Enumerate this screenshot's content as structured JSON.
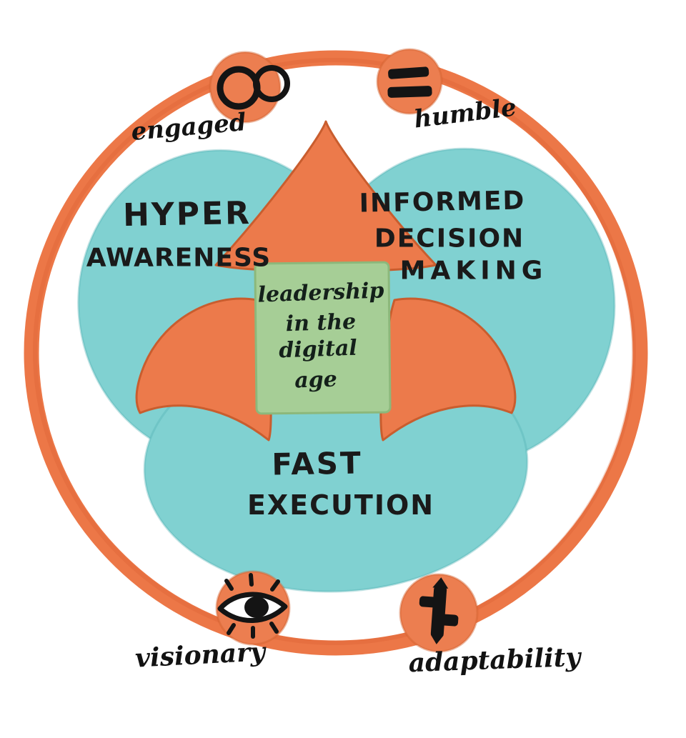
{
  "diagram": {
    "center_box": {
      "lines": [
        "leadership",
        "in the",
        "digital",
        "age"
      ]
    },
    "capabilities": [
      {
        "id": "hyper-awareness",
        "lines": [
          "HYPER",
          "AWARENESS"
        ]
      },
      {
        "id": "informed-decision-making",
        "lines": [
          "INFORMED",
          "DECISION",
          "MAKING"
        ]
      },
      {
        "id": "fast-execution",
        "lines": [
          "FAST",
          "EXECUTION"
        ]
      }
    ],
    "traits": [
      {
        "label": "engaged",
        "icon": "interlocking-rings-icon",
        "position": "top-left"
      },
      {
        "label": "humble",
        "icon": "equals-icon",
        "position": "top-right"
      },
      {
        "label": "visionary",
        "icon": "eye-icon",
        "position": "bottom-left"
      },
      {
        "label": "adaptability",
        "icon": "hash-icon",
        "position": "bottom-right"
      }
    ],
    "colors": {
      "orange": "#EC7A4B",
      "teal": "#80D1D1",
      "green": "#A6CE96",
      "ink": "#1A1A1A",
      "background": "#FFFFFF"
    }
  }
}
